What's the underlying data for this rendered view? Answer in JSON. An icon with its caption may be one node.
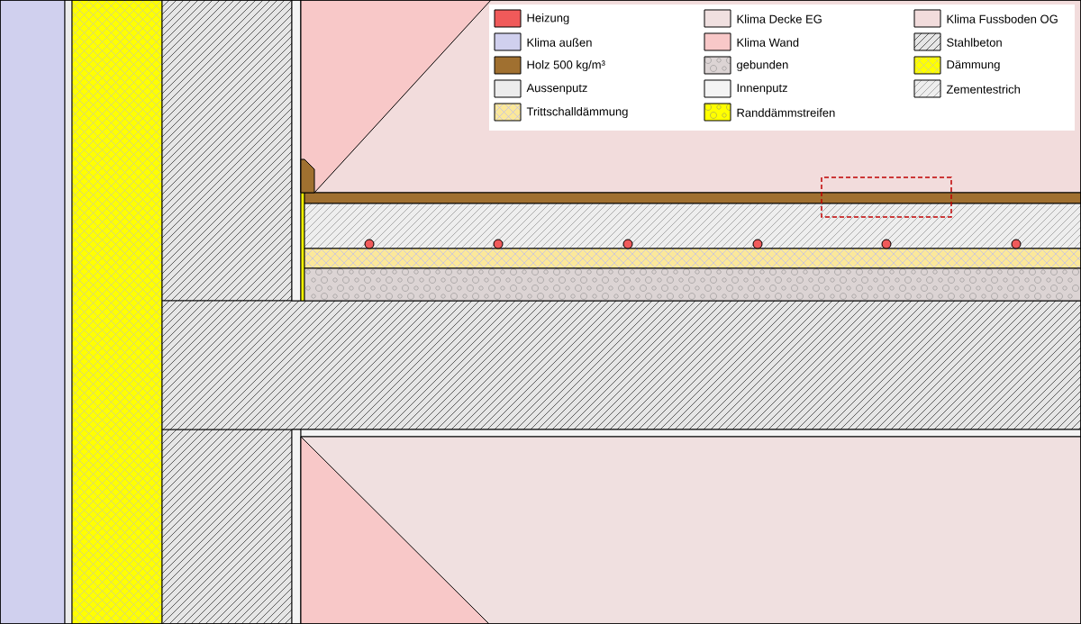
{
  "diagram": {
    "legend": [
      {
        "text": "Heizung",
        "color": "#f05a5a"
      },
      {
        "text": "Klima Decke EG",
        "color": "#f0e0e0"
      },
      {
        "text": "Klima Fussboden OG",
        "color": "#f2dcdc"
      },
      {
        "text": "Klima außen",
        "color": "#d0d0ee"
      },
      {
        "text": "Klima Wand",
        "color": "#f8c8c8"
      },
      {
        "text": "Stahlbeton",
        "color": "#e6e6e6"
      },
      {
        "text": "Holz 500 kg/m³",
        "color": "#a07030"
      },
      {
        "text": "gebunden",
        "color": "#dcd4d4"
      },
      {
        "text": "Dämmung",
        "color": "#ffff00"
      },
      {
        "text": "Aussenputz",
        "color": "#ececec"
      },
      {
        "text": "Innenputz",
        "color": "#f4f4f4"
      },
      {
        "text": "Zementestrich",
        "color": "#eeeeee"
      },
      {
        "text": "Trittschalldämmung",
        "color": "#fbe89a"
      },
      {
        "text": "Randdämmstreifen",
        "color": "#ffff00"
      }
    ]
  }
}
